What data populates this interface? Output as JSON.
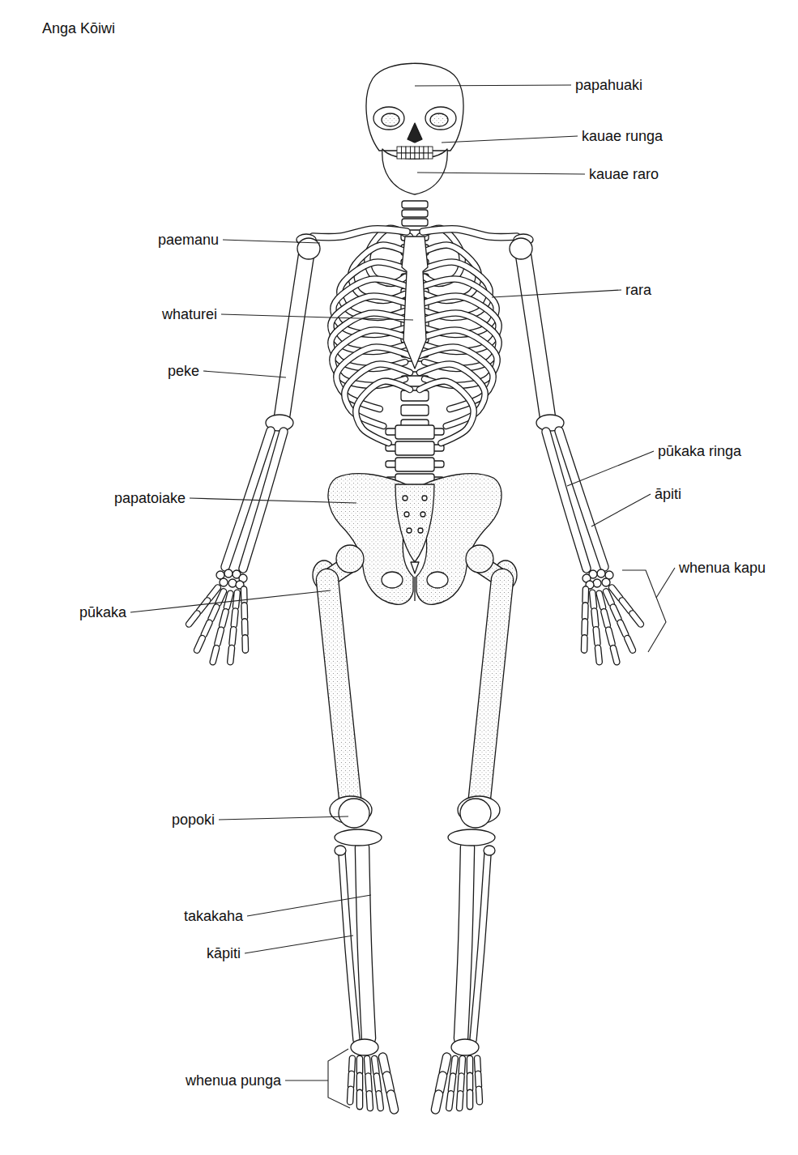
{
  "diagram": {
    "title": "Anga Kōiwi",
    "labels": [
      "papahuaki",
      "kauae runga",
      "kauae raro",
      "paemanu",
      "rara",
      "whaturei",
      "peke",
      "pūkaka ringa",
      "āpiti",
      "papatoiake",
      "whenua kapu",
      "pūkaka",
      "popoki",
      "takakaha",
      "kāpiti",
      "whenua punga"
    ]
  }
}
